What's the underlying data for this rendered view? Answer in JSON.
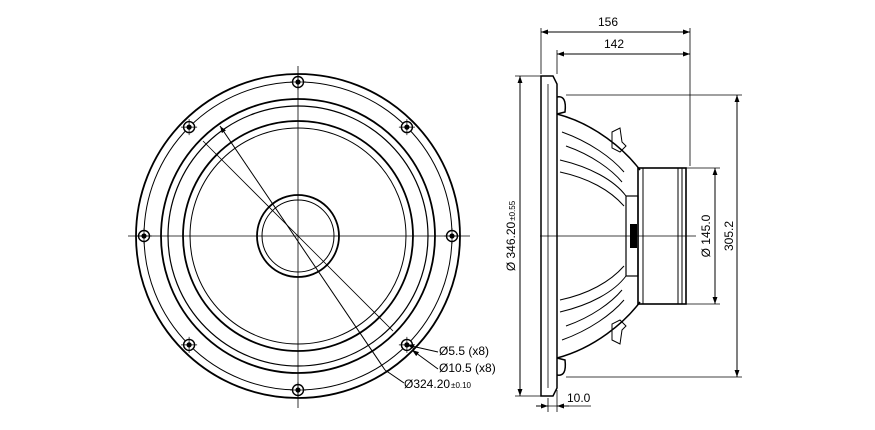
{
  "dimensions": {
    "overall_depth": "156",
    "body_depth": "142",
    "magnet_diameter": "Ø 145.0",
    "basket_diameter": "305.2",
    "outer_diameter_value": "Ø 346.20",
    "outer_diameter_tolerance": "±0.55",
    "flange_thickness": "10.0"
  },
  "callouts": {
    "hole_small": "Ø5.5 (x8)",
    "hole_large": "Ø10.5 (x8)",
    "bolt_circle_value": "Ø324.20",
    "bolt_circle_tolerance": "±0.10"
  }
}
